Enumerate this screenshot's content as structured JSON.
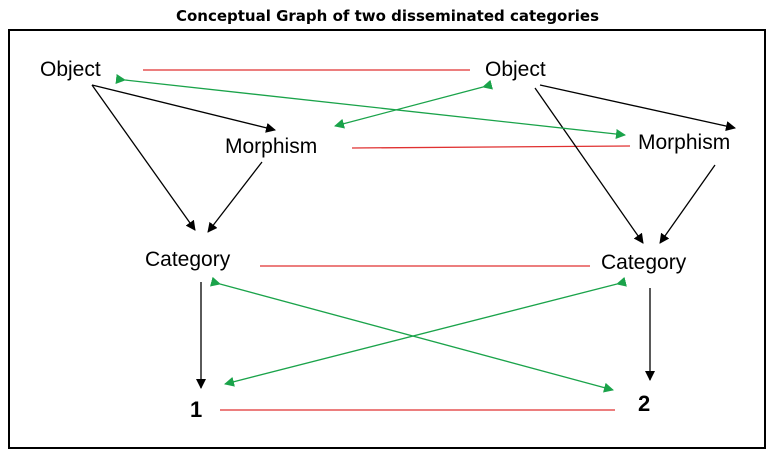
{
  "title": "Conceptual Graph of two disseminated categories",
  "nodes": {
    "object_left": "Object",
    "object_right": "Object",
    "morphism_left": "Morphism",
    "morphism_right": "Morphism",
    "category_left": "Category",
    "category_right": "Category",
    "one": "1",
    "two": "2"
  },
  "colors": {
    "correspondence_line": "#e03131",
    "cross_arrow": "#1aa34a",
    "structure_arrow": "#000000"
  }
}
